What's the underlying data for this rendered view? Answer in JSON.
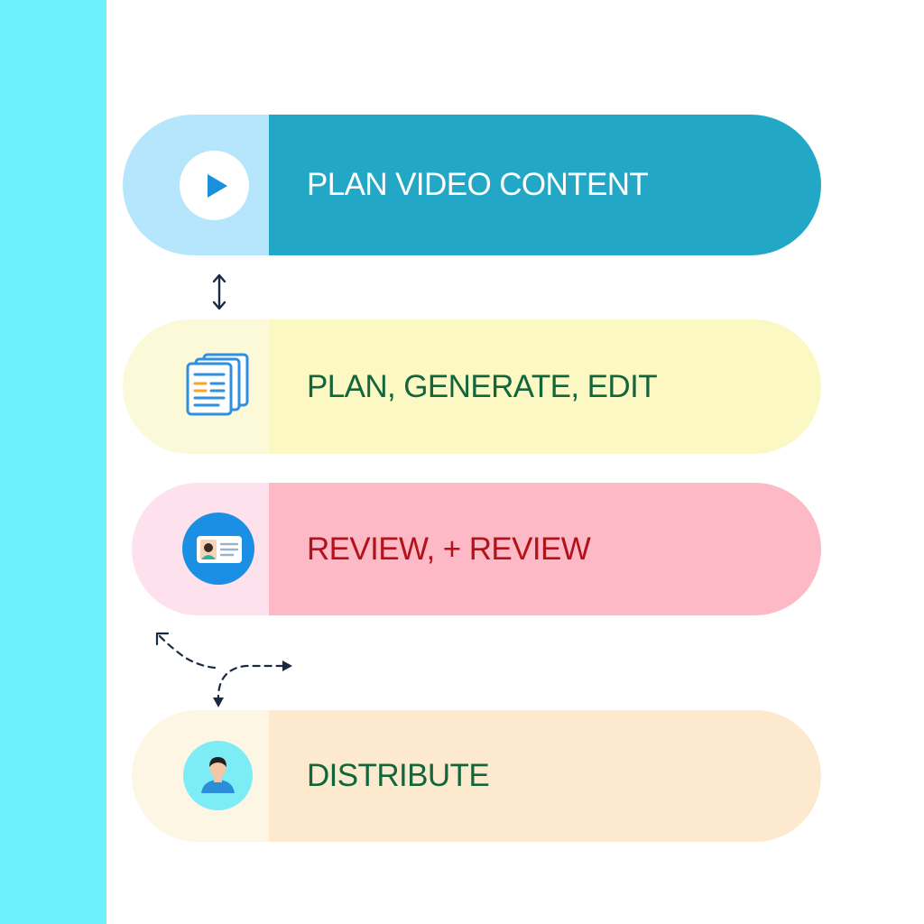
{
  "steps": [
    {
      "label": "PLAN VIDEO CONTENT",
      "icon": "play-icon",
      "icon_bg": "#b6e6fb",
      "label_bg": "#22a8c6",
      "label_color": "#ffffff"
    },
    {
      "label": "PLAN, GENERATE, EDIT",
      "icon": "documents-icon",
      "icon_bg": "#fcf9d9",
      "label_bg": "#fbf8c4",
      "label_color": "#13663c"
    },
    {
      "label": "REVIEW, + REVIEW",
      "icon": "id-card-icon",
      "icon_bg": "#fde2ee",
      "label_bg": "#feb9c6",
      "label_color": "#b3121b"
    },
    {
      "label": "DISTRIBUTE",
      "icon": "user-avatar-icon",
      "icon_bg": "#fdf6e4",
      "label_bg": "#fde9cd",
      "label_color": "#13663c"
    }
  ],
  "colors": {
    "left_band": "#6ef0fd",
    "connector": "#1a2a44",
    "play_circle": "#ffffff",
    "play_triangle": "#1a8fdc",
    "id_card_circle": "#1b8fe4",
    "avatar_circle": "#7cecf5"
  }
}
